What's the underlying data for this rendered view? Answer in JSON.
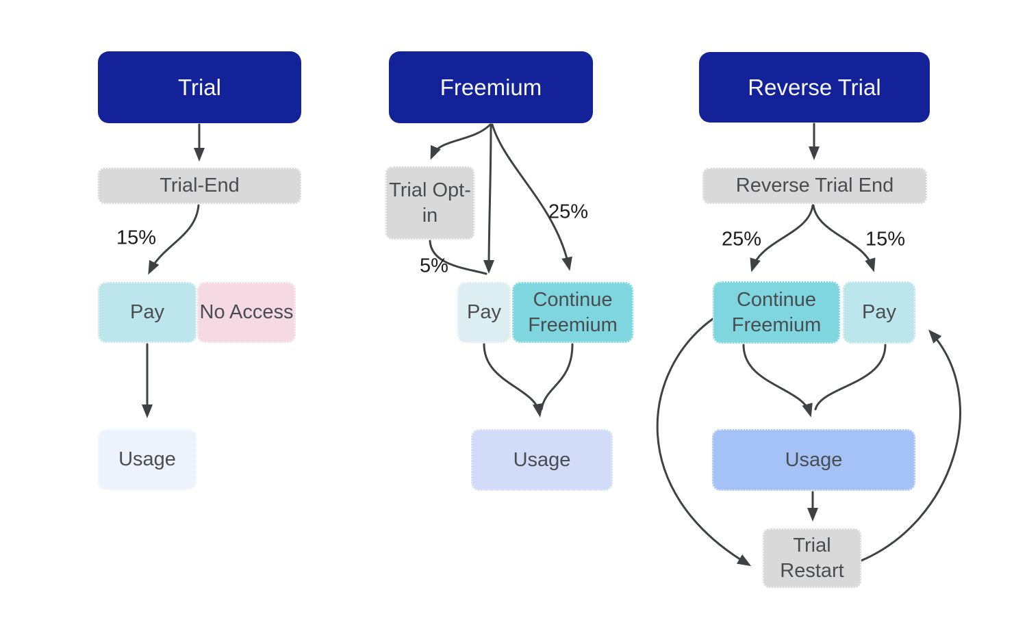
{
  "diagram": {
    "columns": [
      {
        "title": "Trial",
        "nodes": [
          {
            "id": "trial",
            "label": "Trial",
            "kind": "header",
            "color_key": "navy"
          },
          {
            "id": "trial-end",
            "label": "Trial-End",
            "kind": "milestone",
            "color_key": "gray"
          },
          {
            "id": "pay",
            "label": "Pay",
            "kind": "state",
            "color_key": "cyan"
          },
          {
            "id": "no-access",
            "label": "No Access",
            "kind": "state",
            "color_key": "pink"
          },
          {
            "id": "usage",
            "label": "Usage",
            "kind": "state",
            "color_key": "blue_faint"
          }
        ],
        "edges": [
          {
            "from": "trial",
            "to": "trial-end",
            "label": ""
          },
          {
            "from": "trial-end",
            "to": "pay",
            "label": "15%"
          },
          {
            "from": "pay",
            "to": "usage",
            "label": ""
          }
        ]
      },
      {
        "title": "Freemium",
        "nodes": [
          {
            "id": "freemium",
            "label": "Freemium",
            "kind": "header",
            "color_key": "navy"
          },
          {
            "id": "trial-opt-in",
            "label": "Trial Opt-in",
            "kind": "milestone",
            "color_key": "gray"
          },
          {
            "id": "pay",
            "label": "Pay",
            "kind": "state",
            "color_key": "cyan_pale"
          },
          {
            "id": "continue-freemium",
            "label": "Continue Freemium",
            "kind": "state",
            "color_key": "teal"
          },
          {
            "id": "usage",
            "label": "Usage",
            "kind": "state",
            "color_key": "periwinkle_pale"
          }
        ],
        "edges": [
          {
            "from": "freemium",
            "to": "trial-opt-in",
            "label": ""
          },
          {
            "from": "freemium",
            "to": "pay",
            "label": ""
          },
          {
            "from": "freemium",
            "to": "continue-freemium",
            "label": "25%"
          },
          {
            "from": "trial-opt-in",
            "to": "pay",
            "label": "5%"
          },
          {
            "from": "pay",
            "to": "usage",
            "label": ""
          },
          {
            "from": "continue-freemium",
            "to": "usage",
            "label": ""
          }
        ]
      },
      {
        "title": "Reverse Trial",
        "nodes": [
          {
            "id": "reverse-trial",
            "label": "Reverse Trial",
            "kind": "header",
            "color_key": "navy"
          },
          {
            "id": "reverse-trial-end",
            "label": "Reverse Trial End",
            "kind": "milestone",
            "color_key": "gray"
          },
          {
            "id": "continue-freemium",
            "label": "Continue Freemium",
            "kind": "state",
            "color_key": "teal"
          },
          {
            "id": "pay",
            "label": "Pay",
            "kind": "state",
            "color_key": "cyan"
          },
          {
            "id": "usage",
            "label": "Usage",
            "kind": "state",
            "color_key": "periwinkle"
          },
          {
            "id": "trial-restart",
            "label": "Trial Restart",
            "kind": "milestone",
            "color_key": "gray"
          }
        ],
        "edges": [
          {
            "from": "reverse-trial",
            "to": "reverse-trial-end",
            "label": ""
          },
          {
            "from": "reverse-trial-end",
            "to": "continue-freemium",
            "label": "25%"
          },
          {
            "from": "reverse-trial-end",
            "to": "pay",
            "label": "15%"
          },
          {
            "from": "continue-freemium",
            "to": "usage",
            "label": ""
          },
          {
            "from": "pay",
            "to": "usage",
            "label": ""
          },
          {
            "from": "usage",
            "to": "trial-restart",
            "label": ""
          },
          {
            "from": "continue-freemium",
            "to": "trial-restart",
            "label": ""
          },
          {
            "from": "trial-restart",
            "to": "pay",
            "label": ""
          }
        ]
      }
    ],
    "colors": {
      "navy": "#14229a",
      "gray": "#d9d9d9",
      "teal": "#7fd6de",
      "cyan": "#bde6ec",
      "cyan_pale": "#ddeef3",
      "pink": "#f5dae3",
      "blue_faint": "#ecf3fc",
      "periwinkle_pale": "#d2dbf8",
      "periwinkle": "#a5c2f6",
      "arrow": "#3f4245",
      "header_text": "#f7f8fa",
      "node_text": "#4a4d50",
      "percent_text": "#1c1c1e"
    }
  }
}
